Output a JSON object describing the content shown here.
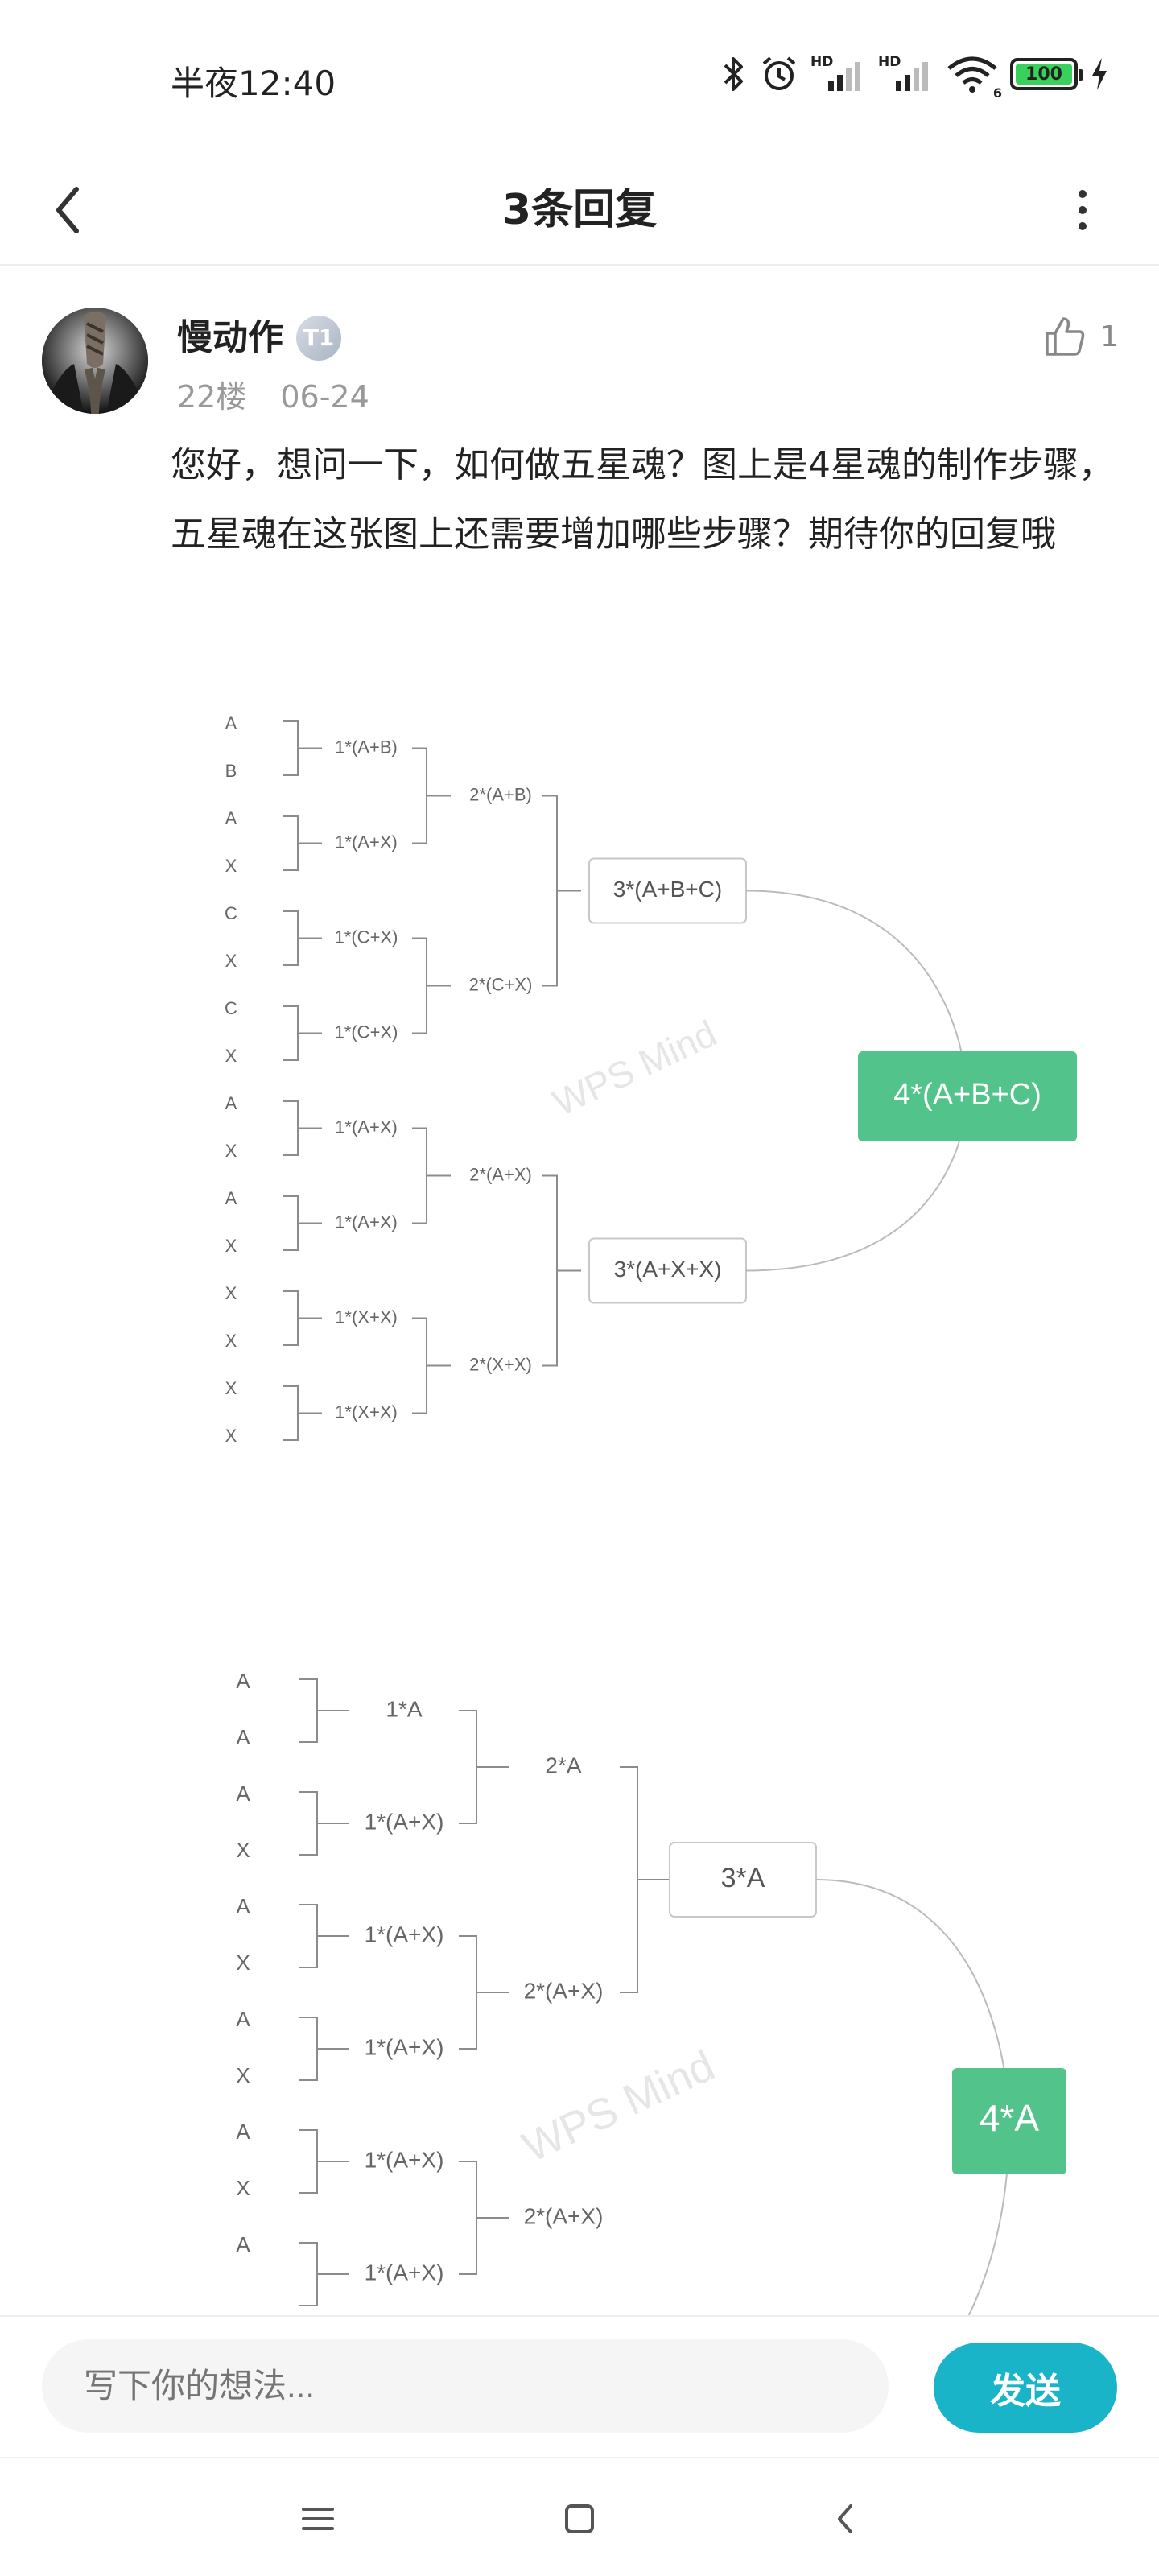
{
  "status": {
    "time": "半夜12:40",
    "signal_badge_1": "HD",
    "signal_badge_2": "HD",
    "wifi_badge": "6",
    "battery_level": "100"
  },
  "header": {
    "title": "3条回复"
  },
  "comment": {
    "author": "慢动作",
    "badge": "T1",
    "floor": "22楼",
    "date": "06-24",
    "like_count": "1",
    "text": "您好，想问一下，如何做五星魂？图上是4星魂的制作步骤，五星魂在这张图上还需要增加哪些步骤？期待你的回复哦"
  },
  "diagram1": {
    "leaves": [
      "A",
      "B",
      "A",
      "X",
      "C",
      "X",
      "C",
      "X",
      "A",
      "X",
      "A",
      "X",
      "X",
      "X",
      "X",
      "X"
    ],
    "level1": [
      "1*(A+B)",
      "1*(A+X)",
      "1*(C+X)",
      "1*(C+X)",
      "1*(A+X)",
      "1*(A+X)",
      "1*(X+X)",
      "1*(X+X)"
    ],
    "level2": [
      "2*(A+B)",
      "2*(C+X)",
      "2*(A+X)",
      "2*(X+X)"
    ],
    "level3": [
      "3*(A+B+C)",
      "3*(A+X+X)"
    ],
    "root": "4*(A+B+C)",
    "watermark": "WPS Mind",
    "accent": "#52c48b"
  },
  "diagram2": {
    "leaves": [
      "A",
      "A",
      "A",
      "X",
      "A",
      "X",
      "A",
      "X",
      "A",
      "X",
      "A"
    ],
    "level1": [
      "1*A",
      "1*(A+X)",
      "1*(A+X)",
      "1*(A+X)",
      "1*(A+X)",
      "1*(A+X)"
    ],
    "level2": [
      "2*A",
      "2*(A+X)",
      "2*(A+X)"
    ],
    "level3": [
      "3*A"
    ],
    "root": "4*A",
    "watermark": "WPS Mind",
    "accent": "#52c48b"
  },
  "composer": {
    "placeholder": "写下你的想法...",
    "send_label": "发送",
    "send_color": "#1ab4c9"
  },
  "nav": {
    "menu_icon": "menu-icon",
    "home_icon": "home-icon",
    "back_icon": "back-icon"
  }
}
